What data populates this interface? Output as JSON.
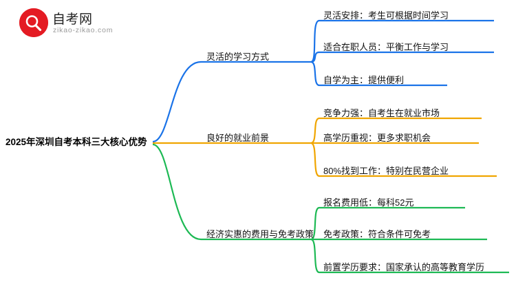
{
  "logo": {
    "icon": "magnifier-red-circle-icon",
    "main_text": "自考网",
    "sub_text": "zikao-zikao.com"
  },
  "mindmap": {
    "root": "2025年深圳自考本科三大核心优势",
    "branches": [
      {
        "label": "灵活的学习方式",
        "color": "#1a73e8",
        "leaves": [
          "灵活安排：考生可根据时间学习",
          "适合在职人员：平衡工作与学习",
          "自学为主：提供便利"
        ]
      },
      {
        "label": "良好的就业前景",
        "color": "#f0a500",
        "leaves": [
          "竞争力强：自考生在就业市场",
          "高学历重视：更多求职机会",
          "80%找到工作：特别在民营企业"
        ]
      },
      {
        "label": "经济实惠的费用与免考政策",
        "color": "#1db954",
        "leaves": [
          "报名费用低：每科52元",
          "免考政策：符合条件可免考",
          "前置学历要求：国家承认的高等教育学历"
        ]
      }
    ]
  },
  "colors": {
    "blue": "#1a73e8",
    "orange": "#f0a500",
    "green": "#1db954",
    "logo_red": "#e41b23",
    "text": "#111111"
  }
}
